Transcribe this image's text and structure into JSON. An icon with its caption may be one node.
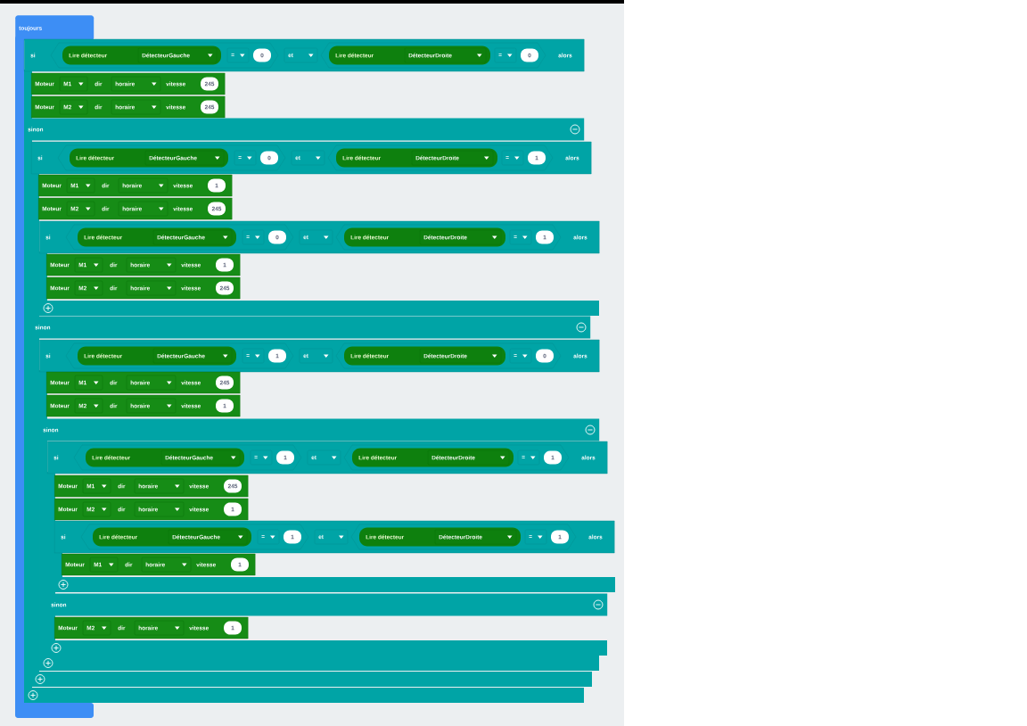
{
  "diagram": {
    "nodes": [
      {
        "text": [
          "toujours"
        ]
      },
      {
        "text": [
          "si",
          "Lire détecteur",
          "DétecteurGauche",
          "=",
          "0",
          "et",
          "Lire détecteur",
          "DétecteurDroite",
          "=",
          "0",
          "alors"
        ]
      },
      {
        "text": [
          "Moteur",
          "M1",
          "dir",
          "horaire",
          "vitesse",
          "245"
        ]
      },
      {
        "text": [
          "Moteur",
          "M2",
          "dir",
          "horaire",
          "vitesse",
          "245"
        ]
      },
      {
        "text": [
          "sinon"
        ]
      },
      {
        "text": [
          "si",
          "Lire détecteur",
          "DétecteurGauche",
          "=",
          "0",
          "et",
          "Lire détecteur",
          "DétecteurDroite",
          "=",
          "1",
          "alors"
        ]
      },
      {
        "text": [
          "Moteur",
          "M1",
          "dir",
          "horaire",
          "vitesse",
          "1"
        ]
      },
      {
        "text": [
          "Moteur",
          "M2",
          "dir",
          "horaire",
          "vitesse",
          "245"
        ]
      },
      {
        "text": [
          "si",
          "Lire détecteur",
          "DétecteurGauche",
          "=",
          "0",
          "et",
          "Lire détecteur",
          "DétecteurDroite",
          "=",
          "1",
          "alors"
        ]
      },
      {
        "text": [
          "Moteur",
          "M1",
          "dir",
          "horaire",
          "vitesse",
          "1"
        ]
      },
      {
        "text": [
          "Moteur",
          "M2",
          "dir",
          "horaire",
          "vitesse",
          "245"
        ]
      },
      {
        "text": [
          "sinon"
        ]
      },
      {
        "text": [
          "si",
          "Lire détecteur",
          "DétecteurGauche",
          "=",
          "1",
          "et",
          "Lire détecteur",
          "DétecteurDroite",
          "=",
          "0",
          "alors"
        ]
      },
      {
        "text": [
          "Moteur",
          "M1",
          "dir",
          "horaire",
          "vitesse",
          "245"
        ]
      },
      {
        "text": [
          "Moteur",
          "M2",
          "dir",
          "horaire",
          "vitesse",
          "1"
        ]
      },
      {
        "text": [
          "sinon"
        ]
      },
      {
        "text": [
          "si",
          "Lire détecteur",
          "DétecteurGauche",
          "=",
          "1",
          "et",
          "Lire détecteur",
          "DétecteurDroite",
          "=",
          "1",
          "alors"
        ]
      },
      {
        "text": [
          "Moteur",
          "M1",
          "dir",
          "horaire",
          "vitesse",
          "245"
        ]
      },
      {
        "text": [
          "Moteur",
          "M2",
          "dir",
          "horaire",
          "vitesse",
          "1"
        ]
      },
      {
        "text": [
          "si",
          "Lire détecteur",
          "DétecteurGauche",
          "=",
          "1",
          "et",
          "Lire détecteur",
          "DétecteurDroite",
          "=",
          "1",
          "alors"
        ]
      },
      {
        "text": [
          "Moteur",
          "M1",
          "dir",
          "horaire",
          "vitesse",
          "1"
        ]
      },
      {
        "text": [
          "sinon"
        ]
      },
      {
        "text": [
          "Moteur",
          "M2",
          "dir",
          "horaire",
          "vitesse",
          "1"
        ]
      }
    ]
  }
}
